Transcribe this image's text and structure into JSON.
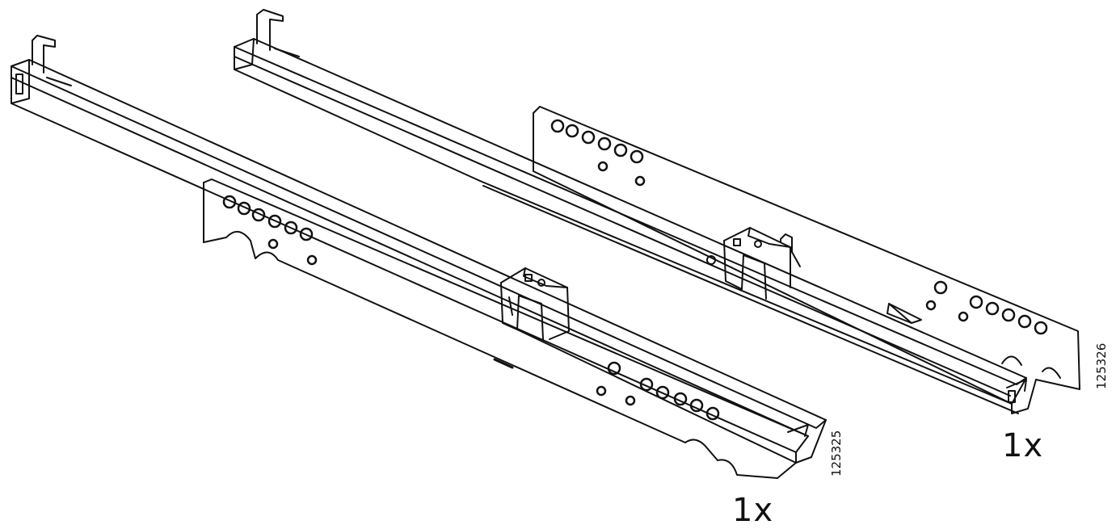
{
  "parts": [
    {
      "quantity": "1x",
      "article_number": "125325",
      "icon": "drawer-runner-left-icon"
    },
    {
      "quantity": "1x",
      "article_number": "125326",
      "icon": "drawer-runner-right-icon"
    }
  ],
  "colors": {
    "line": "#111111",
    "background": "#ffffff"
  }
}
